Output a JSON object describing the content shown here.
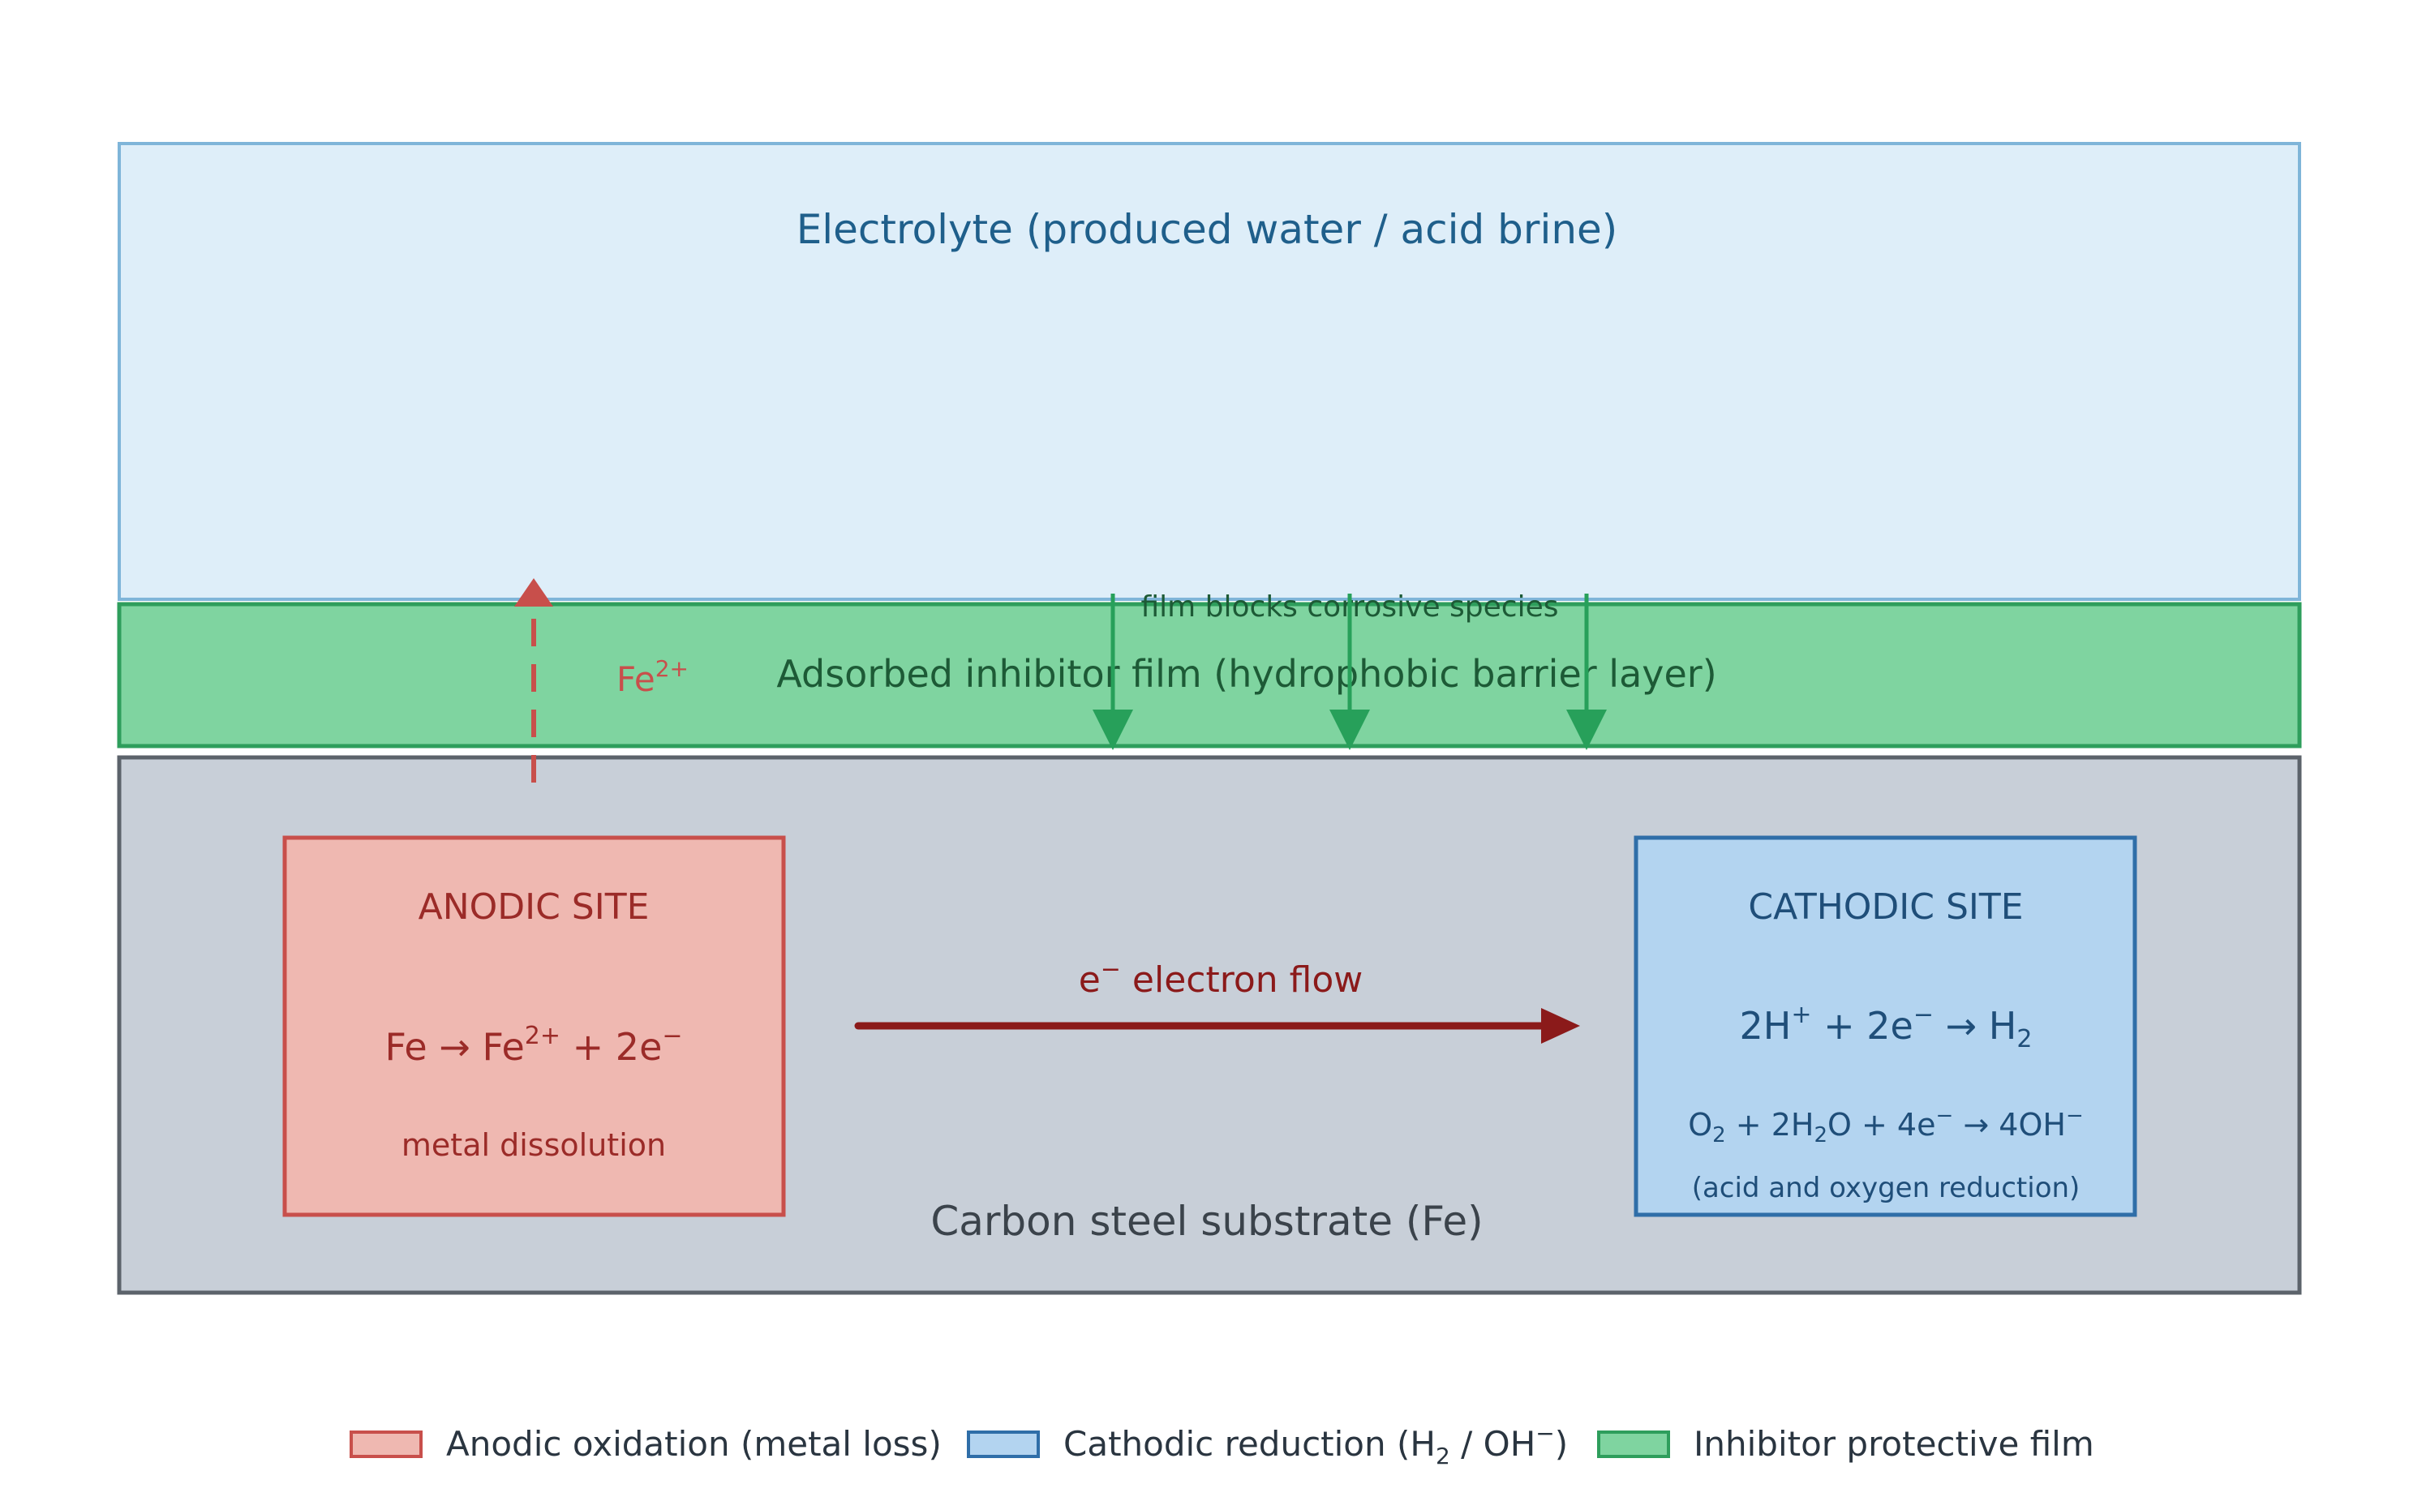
{
  "diagram": {
    "electrolyte": {
      "label": "Electrolyte (produced water / acid brine)",
      "fill": "#deeef9",
      "stroke": "#7fb5d9",
      "text_color": "#1f5f8b"
    },
    "inhibitor_film": {
      "label": "Adsorbed inhibitor film (hydrophobic barrier layer)",
      "blocks_label": "film blocks corrosive species",
      "fill": "#7fd4a0",
      "stroke": "#2e9e5c",
      "text_color": "#1d5a36",
      "arrow_color": "#27a05a"
    },
    "substrate": {
      "label": "Carbon steel substrate (Fe)",
      "fill": "#c8cfd8",
      "stroke": "#5c636b",
      "text_color": "#3b434b"
    },
    "anodic": {
      "title": "ANODIC SITE",
      "reaction": {
        "lhs": "Fe",
        "arrow": "→",
        "ion": "Fe",
        "ion_sup": "2+",
        "rhs": "+ 2e",
        "rhs_sup": "−"
      },
      "note": "metal dissolution",
      "fill": "#efb8b1",
      "stroke": "#c84f4b",
      "text_color": "#9b2b28"
    },
    "ion_release": {
      "base": "Fe",
      "sup": "2+",
      "color": "#c84f4b"
    },
    "cathodic": {
      "title": "CATHODIC SITE",
      "reaction1": {
        "a": "2H",
        "a_sup": "+",
        "b": " + 2e",
        "b_sup": "−",
        "arrow": " → ",
        "c": "H",
        "c_sub": "2"
      },
      "reaction2": {
        "a": "O",
        "a_sub": "2",
        "b": " + 2H",
        "b_sub": "2",
        "c": "O + 4e",
        "c_sup": "−",
        "arrow": " → ",
        "d": "4OH",
        "d_sup": "−"
      },
      "note": "(acid and oxygen reduction)",
      "fill": "#b3d4f0",
      "stroke": "#2f6ea8",
      "text_color": "#1f4e79"
    },
    "electron_flow": {
      "e": "e",
      "e_sup": "−",
      "label": " electron flow",
      "color": "#8b1a1a"
    }
  },
  "legend": [
    {
      "label": "Anodic oxidation (metal loss)",
      "fill": "#efb8b1",
      "stroke": "#c84f4b"
    },
    {
      "label_a": "Cathodic reduction (H",
      "label_sub": "2",
      "label_b": " / OH",
      "label_sup": "−",
      "label_c": ")",
      "fill": "#b3d4f0",
      "stroke": "#2f6ea8"
    },
    {
      "label": "Inhibitor protective film",
      "fill": "#7fd4a0",
      "stroke": "#2e9e5c"
    }
  ],
  "text_color_legend": "#2a3540"
}
